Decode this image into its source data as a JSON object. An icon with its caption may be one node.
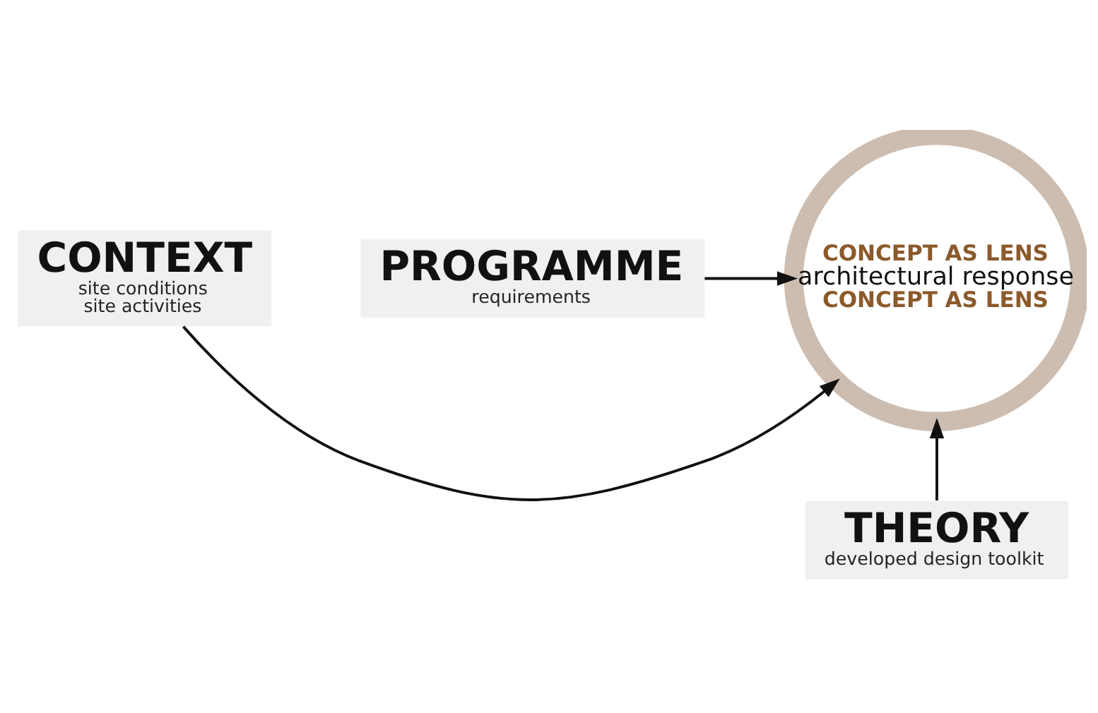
{
  "diagram": {
    "nodes": [
      {
        "text": [
          "CONTEXT",
          "site conditions",
          "site activities"
        ]
      },
      {
        "text": [
          "CONCEPT AS LENS",
          "architectural response",
          "CONCEPT AS LENS"
        ]
      },
      {
        "text": [
          "PROGRAMME",
          "requirements"
        ]
      },
      {
        "text": [
          "THEORY",
          "developed design toolkit"
        ]
      }
    ],
    "edges": [
      {
        "from": 0,
        "to": 1,
        "arrow": "to"
      },
      {
        "from": 2,
        "to": 1,
        "arrow": "to"
      },
      {
        "from": 3,
        "to": 1,
        "arrow": "to"
      }
    ]
  }
}
